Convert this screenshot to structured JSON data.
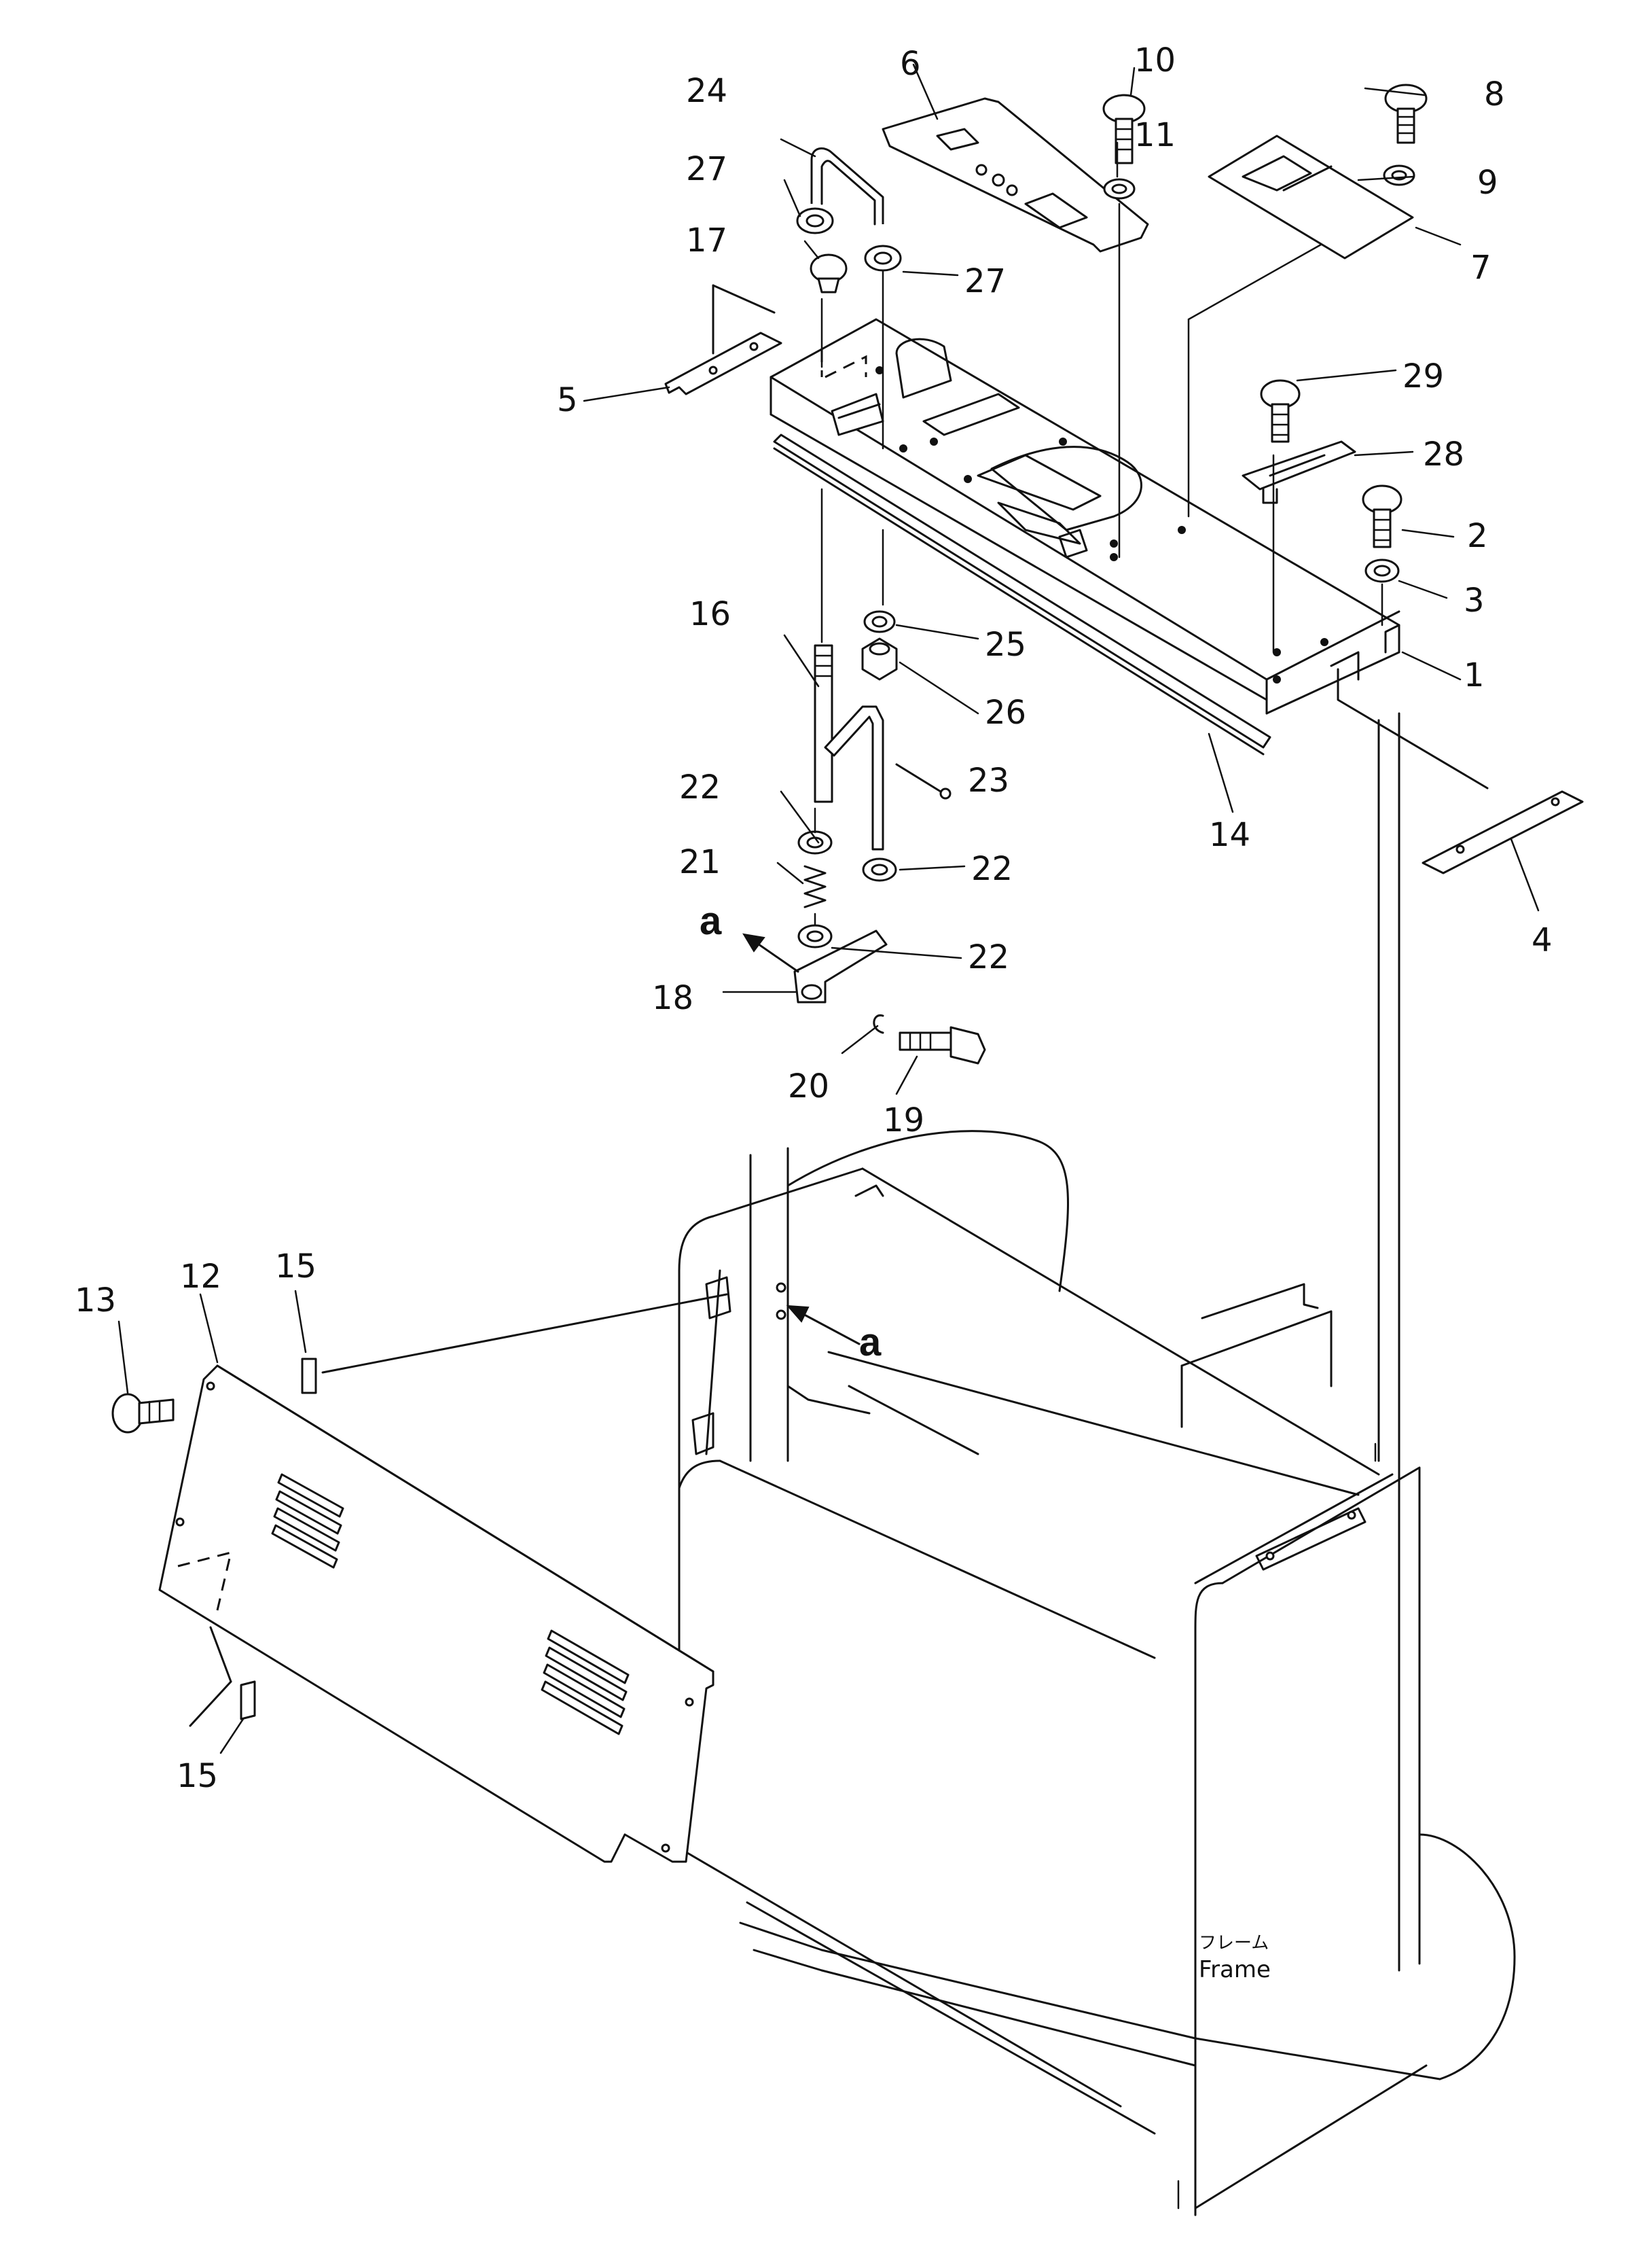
{
  "diagram": {
    "frame_label_jp": "フレーム",
    "frame_label_en": "Frame",
    "view_marker": "a",
    "part_numbers": {
      "p1": "1",
      "p2": "2",
      "p3": "3",
      "p4": "4",
      "p5": "5",
      "p6": "6",
      "p7": "7",
      "p8": "8",
      "p9": "9",
      "p10": "10",
      "p11": "11",
      "p12": "12",
      "p13": "13",
      "p14": "14",
      "p15": "15",
      "p16": "16",
      "p17": "17",
      "p18": "18",
      "p19": "19",
      "p20": "20",
      "p21": "21",
      "p22": "22",
      "p23": "23",
      "p24": "24",
      "p25": "25",
      "p26": "26",
      "p27": "27",
      "p28": "28",
      "p29": "29"
    }
  }
}
